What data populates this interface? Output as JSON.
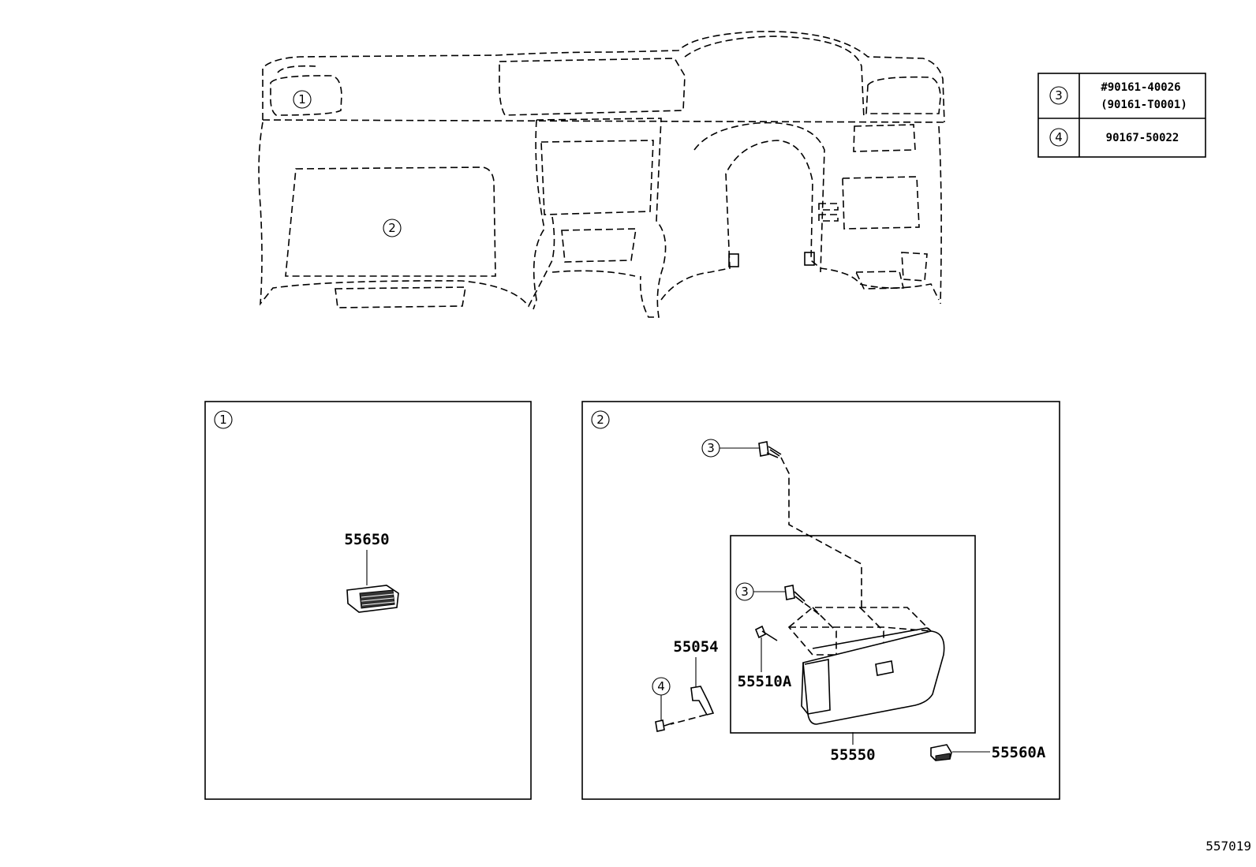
{
  "overview": {
    "callouts": [
      "1",
      "2"
    ]
  },
  "fastener_table": {
    "rows": [
      {
        "key": "3",
        "numbers": [
          "#90161-40026",
          "(90161-T0001)"
        ]
      },
      {
        "key": "4",
        "numbers": [
          "90167-50022"
        ]
      }
    ]
  },
  "detail_1": {
    "key": "1",
    "parts": [
      "55650"
    ]
  },
  "detail_2": {
    "key": "2",
    "parts": [
      "55054",
      "55510A",
      "55550",
      "55560A"
    ],
    "fastener_callouts": [
      "3",
      "3",
      "4"
    ]
  },
  "diagram_id": "557019"
}
